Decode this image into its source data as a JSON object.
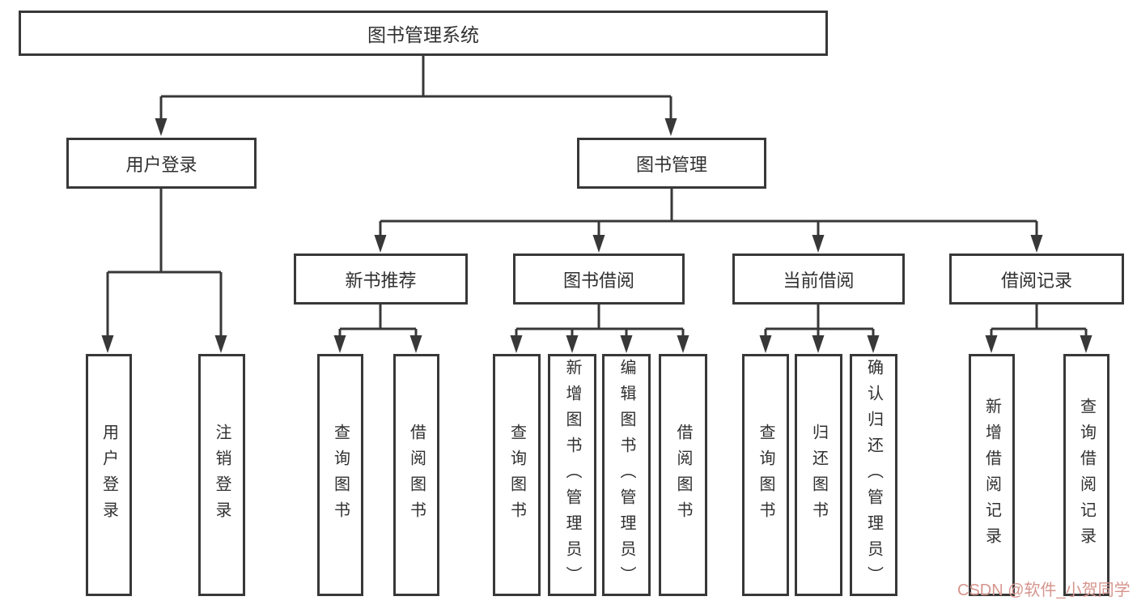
{
  "theme": {
    "line_color": "#383838",
    "text_color": "#303030",
    "background": "#ffffff",
    "watermark_color": "#d6958d"
  },
  "watermark": {
    "text": "CSDN @软件_小贺同学"
  },
  "diagram": {
    "type": "tree",
    "root": {
      "label": "图书管理系统",
      "children": [
        {
          "label": "用户登录",
          "children": [
            {
              "label": "用户登录"
            },
            {
              "label": "注销登录"
            }
          ]
        },
        {
          "label": "图书管理",
          "children": [
            {
              "label": "新书推荐",
              "children": [
                {
                  "label": "查询图书"
                },
                {
                  "label": "借阅图书"
                }
              ]
            },
            {
              "label": "图书借阅",
              "children": [
                {
                  "label": "查询图书"
                },
                {
                  "label": "新增图书（管理员）"
                },
                {
                  "label": "编辑图书（管理员）"
                },
                {
                  "label": "借阅图书"
                }
              ]
            },
            {
              "label": "当前借阅",
              "children": [
                {
                  "label": "查询图书"
                },
                {
                  "label": "归还图书"
                },
                {
                  "label": "确认归还（管理员）"
                }
              ]
            },
            {
              "label": "借阅记录",
              "children": [
                {
                  "label": "新增借阅记录"
                },
                {
                  "label": "查询借阅记录"
                }
              ]
            }
          ]
        }
      ]
    }
  }
}
